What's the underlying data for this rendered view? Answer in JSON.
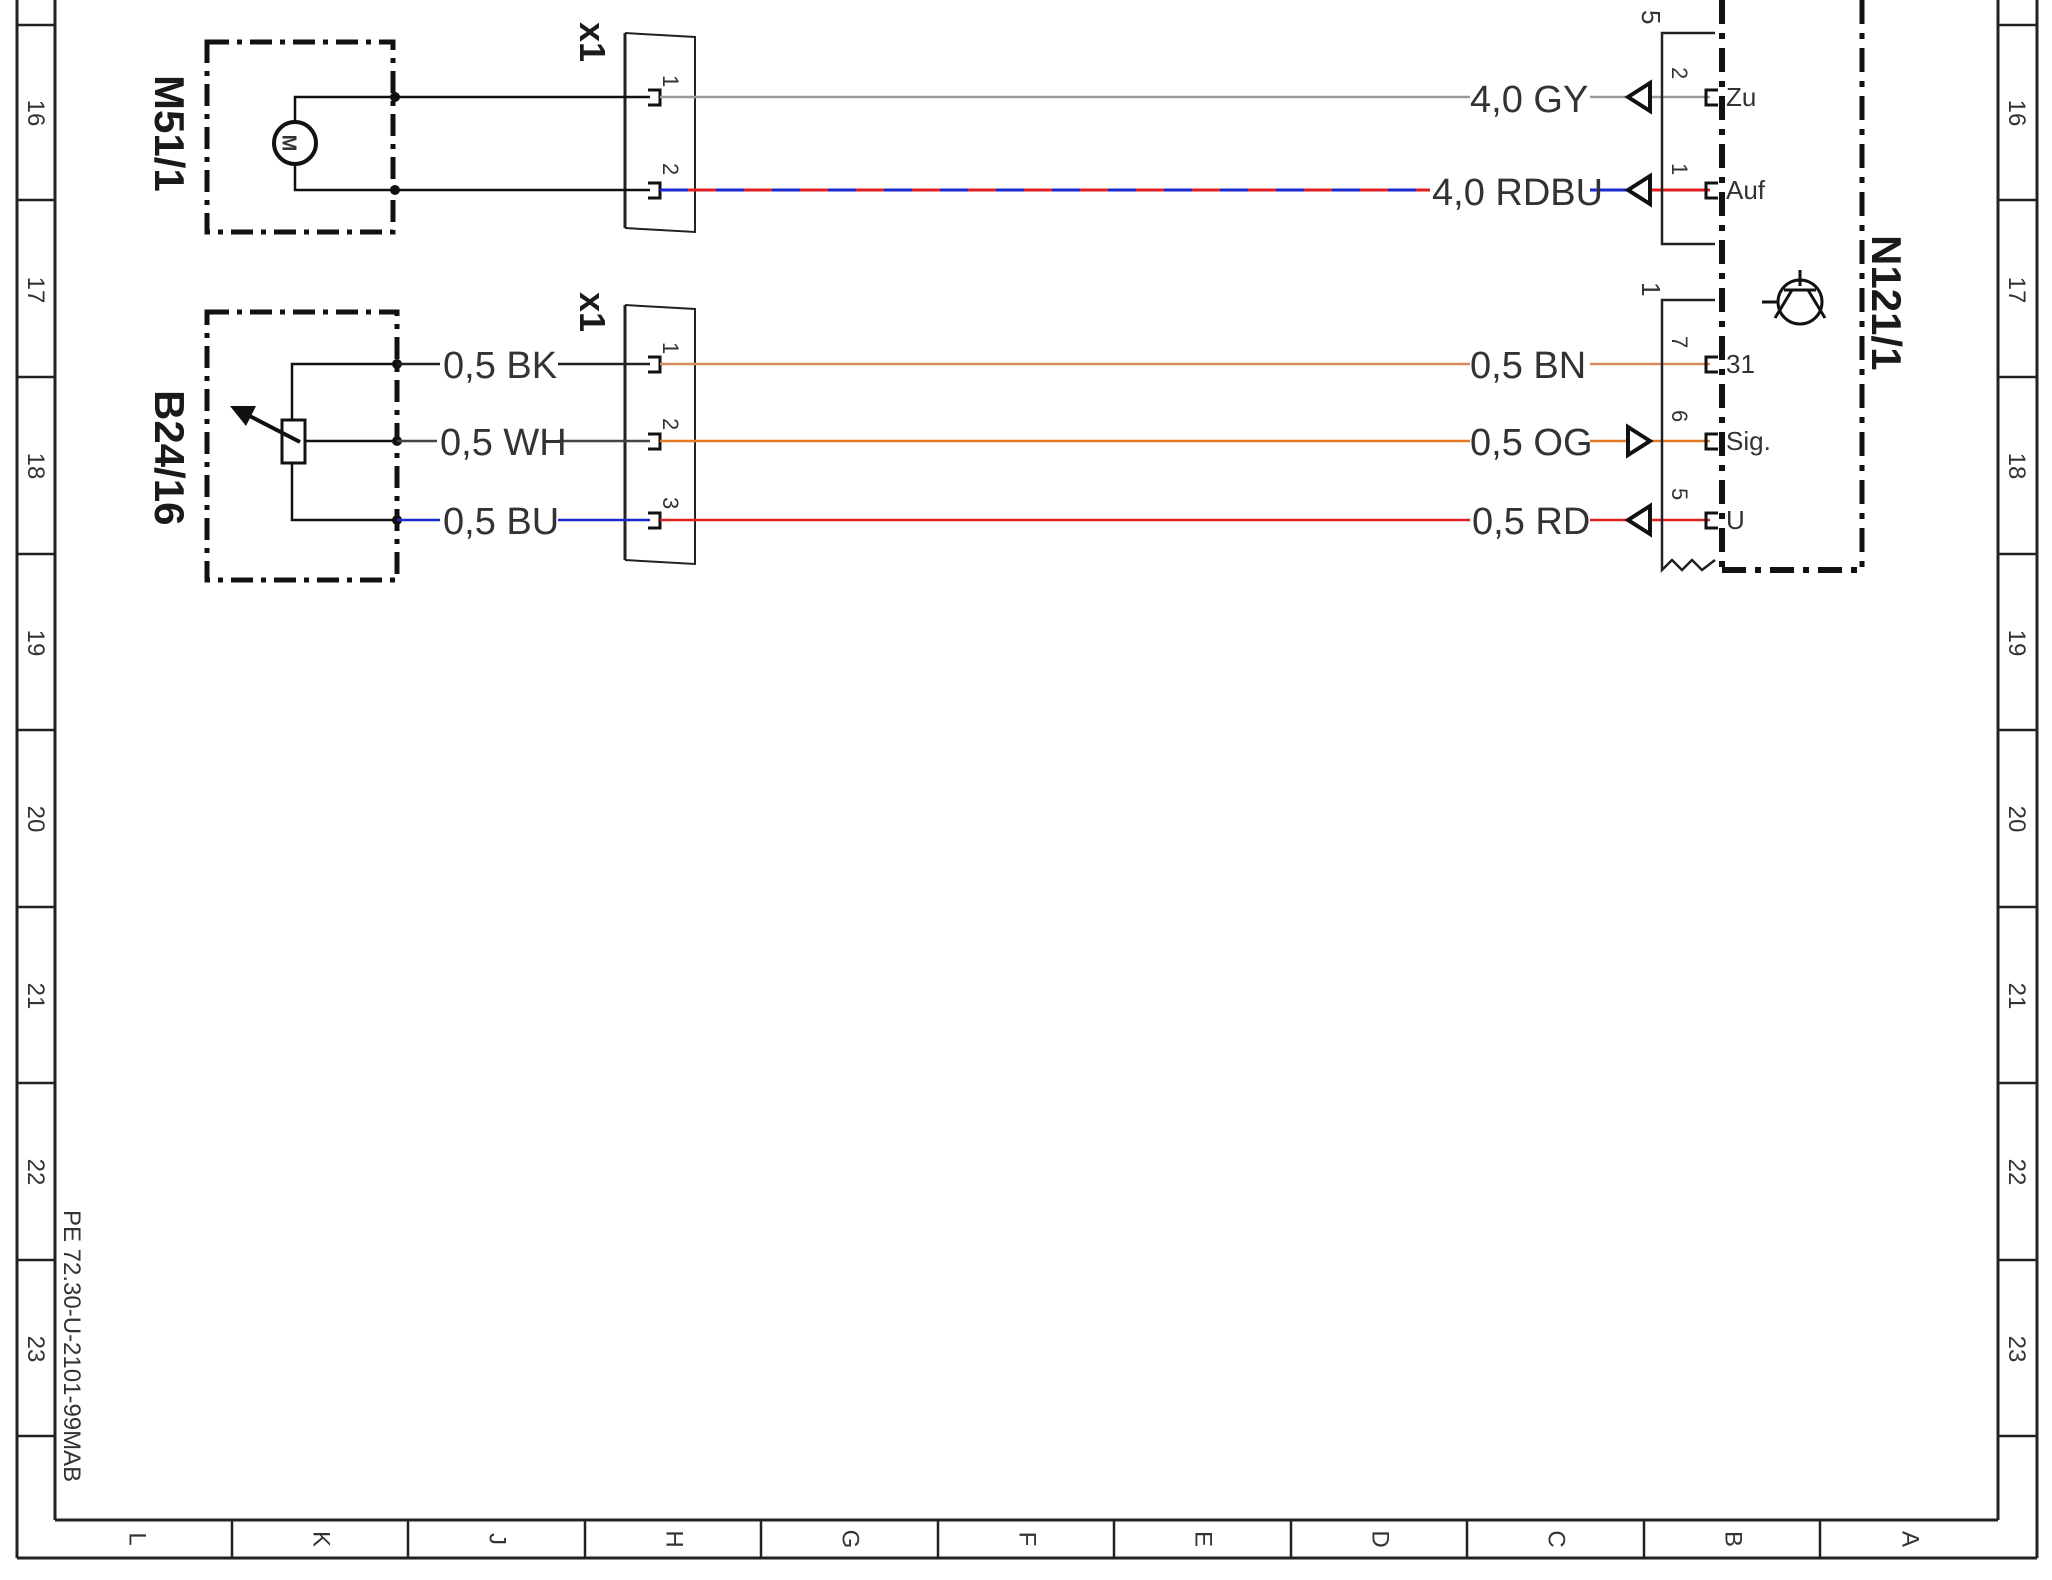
{
  "frame": {
    "row_numbers": [
      "16",
      "17",
      "18",
      "19",
      "20",
      "21",
      "22",
      "23"
    ],
    "column_letters": [
      "L",
      "K",
      "J",
      "H",
      "G",
      "F",
      "E",
      "D",
      "C",
      "B",
      "A"
    ],
    "document_id": "PE 72.30-U-2101-99MAB"
  },
  "components": {
    "motor": {
      "id": "M51/1",
      "symbol": "M"
    },
    "sensor": {
      "id": "B24/16"
    },
    "control_unit": {
      "id": "N121/1"
    },
    "connector_top": {
      "id": "x1",
      "pins": [
        "1",
        "2"
      ]
    },
    "connector_bottom": {
      "id": "x1",
      "pins": [
        "1",
        "2",
        "3"
      ]
    },
    "cu_connector_top": {
      "id": "5",
      "pins": [
        "2",
        "1"
      ]
    },
    "cu_connector_bottom": {
      "id": "1",
      "pins": [
        "7",
        "6",
        "5"
      ]
    }
  },
  "wires": {
    "motor_wire_1": {
      "label": "4,0 GY",
      "pin_signal": "Zu",
      "color": "#9a9a9a"
    },
    "motor_wire_2": {
      "label": "4,0 RDBU",
      "pin_signal": "Auf",
      "color": "#e02020",
      "color2": "#1a2ad0"
    },
    "sensor_left": [
      {
        "label": "0,5 BK",
        "color": "#222222"
      },
      {
        "label": "0,5 WH",
        "color": "#444444"
      },
      {
        "label": "0,5 BU",
        "color": "#1a2ad0"
      }
    ],
    "sensor_right": [
      {
        "label": "0,5 BN",
        "pin_signal": "31",
        "color": "#d98a5a"
      },
      {
        "label": "0,5 OG",
        "pin_signal": "Sig.",
        "color": "#e07a28"
      },
      {
        "label": "0,5 RD",
        "pin_signal": "U",
        "color": "#e02020"
      }
    ]
  }
}
